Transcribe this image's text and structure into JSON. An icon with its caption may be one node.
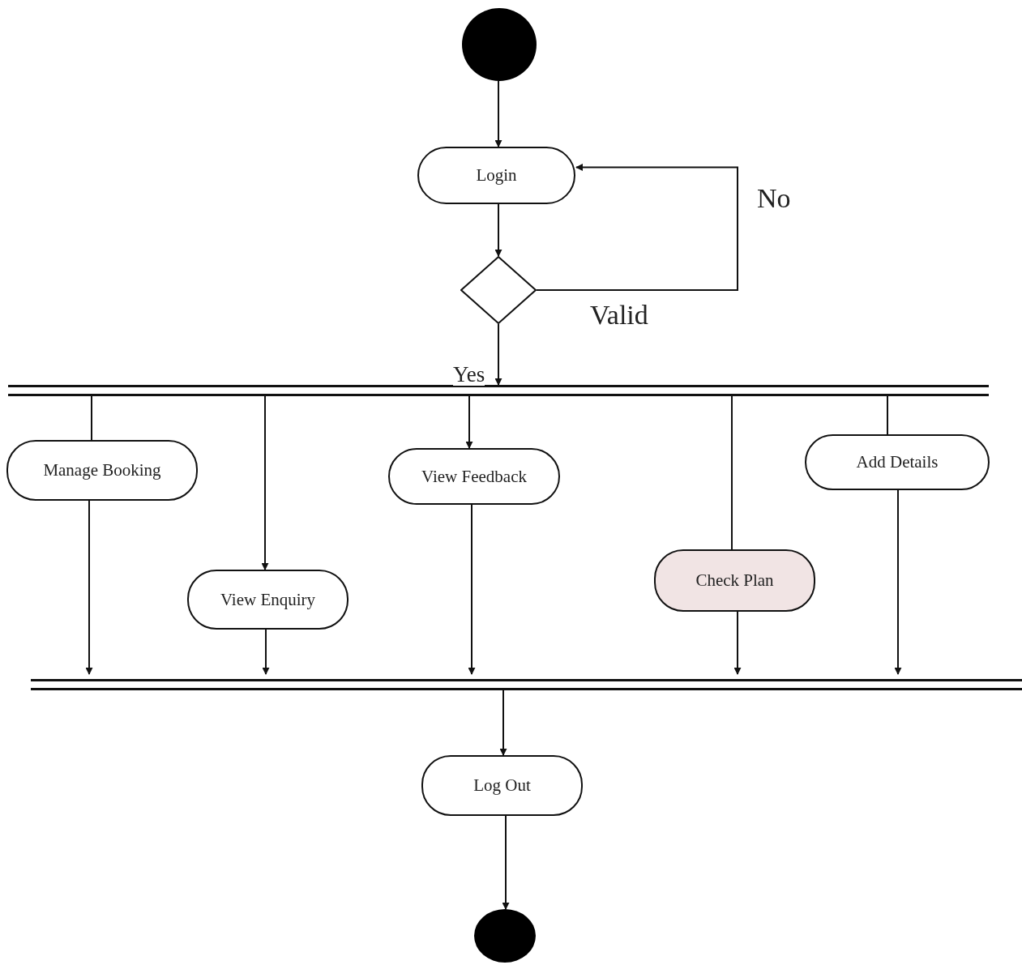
{
  "diagram": {
    "nodes": [
      {
        "text": [],
        "shape": "circle"
      },
      {
        "text": [
          "Login"
        ]
      },
      {
        "text": [],
        "shape": "diamond",
        "beside": [
          "Valid"
        ]
      },
      {
        "text": [],
        "shape": "bar"
      },
      {
        "text": [
          "Manage Booking"
        ]
      },
      {
        "text": [
          "View Enquiry"
        ]
      },
      {
        "text": [
          "View Feedback"
        ]
      },
      {
        "text": [
          "Check Plan"
        ]
      },
      {
        "text": [
          "Add Details"
        ]
      },
      {
        "text": [],
        "shape": "bar"
      },
      {
        "text": [
          "Log Out"
        ]
      },
      {
        "text": [],
        "shape": "circle"
      }
    ],
    "edges": [
      {
        "from": 0,
        "to": 1,
        "arrow": "to"
      },
      {
        "from": 1,
        "to": 2,
        "arrow": "to"
      },
      {
        "from": 2,
        "to": 1,
        "arrow": "to",
        "label": "No"
      },
      {
        "from": 2,
        "to": 3,
        "arrow": "to",
        "label": "Yes"
      },
      {
        "from": 3,
        "to": 4,
        "arrow": "none"
      },
      {
        "from": 3,
        "to": 5,
        "arrow": "to"
      },
      {
        "from": 3,
        "to": 6,
        "arrow": "to"
      },
      {
        "from": 3,
        "to": 7,
        "arrow": "none"
      },
      {
        "from": 3,
        "to": 8,
        "arrow": "none"
      },
      {
        "from": 4,
        "to": 9,
        "arrow": "to"
      },
      {
        "from": 5,
        "to": 9,
        "arrow": "to"
      },
      {
        "from": 6,
        "to": 9,
        "arrow": "to"
      },
      {
        "from": 7,
        "to": 9,
        "arrow": "to"
      },
      {
        "from": 8,
        "to": 9,
        "arrow": "to"
      },
      {
        "from": 9,
        "to": 10,
        "arrow": "to"
      },
      {
        "from": 10,
        "to": 11,
        "arrow": "to"
      }
    ]
  }
}
